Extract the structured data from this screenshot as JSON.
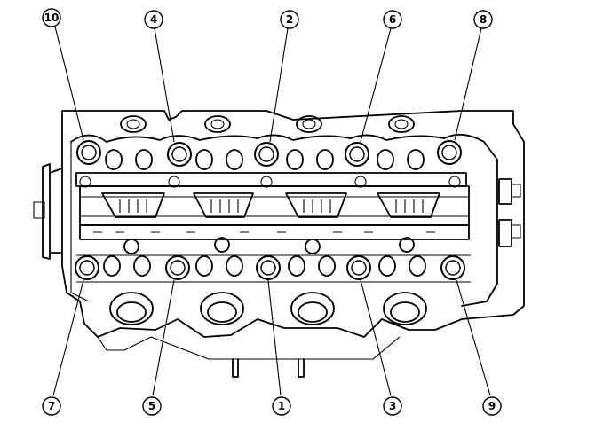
{
  "callouts": [
    {
      "id": "c10",
      "label": "10"
    },
    {
      "id": "c4",
      "label": "4"
    },
    {
      "id": "c2",
      "label": "2"
    },
    {
      "id": "c6",
      "label": "6"
    },
    {
      "id": "c8",
      "label": "8"
    },
    {
      "id": "c7",
      "label": "7"
    },
    {
      "id": "c5",
      "label": "5"
    },
    {
      "id": "c1",
      "label": "1"
    },
    {
      "id": "c3",
      "label": "3"
    },
    {
      "id": "c9",
      "label": "9"
    }
  ]
}
